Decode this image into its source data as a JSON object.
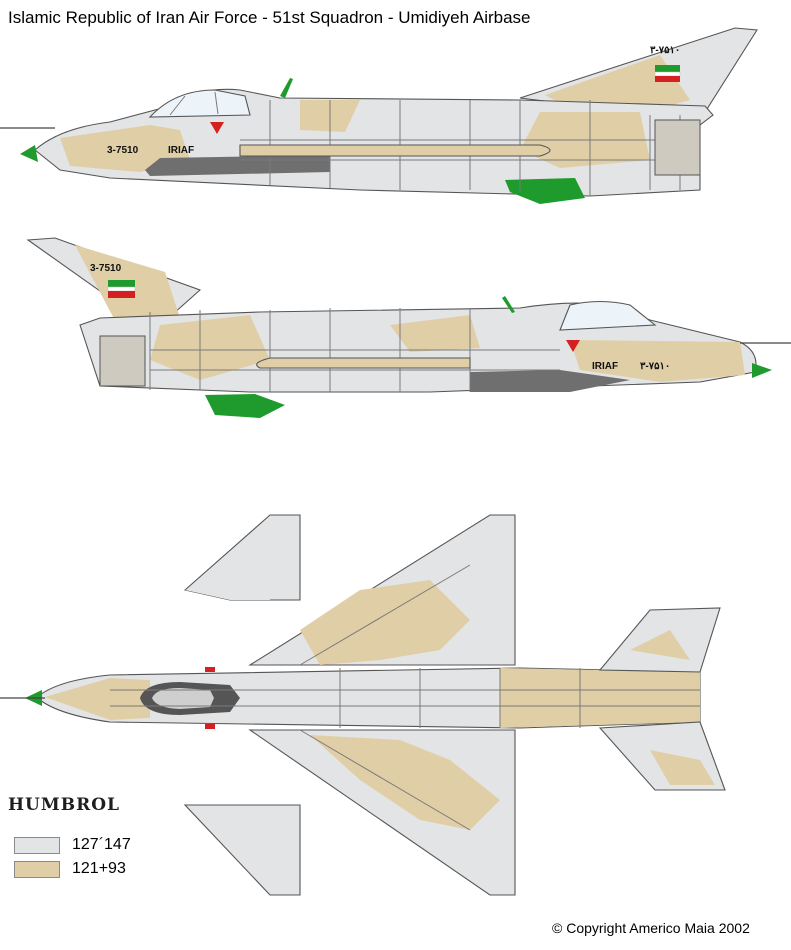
{
  "title": "Islamic Republic of Iran Air Force - 51st Squadron - Umidiyeh Airbase",
  "copyright": "© Copyright Americo Maia 2002",
  "brand": "HUMBROL",
  "legend": [
    {
      "label": "127´147",
      "color": "#e3e4e6"
    },
    {
      "label": "121+93",
      "color": "#e0cfa6"
    }
  ],
  "markings": {
    "serial_latin": "3-7510",
    "serial_persian": "۳-۷۵۱۰",
    "service": "IRIAF"
  },
  "colors": {
    "grey": "#e3e4e6",
    "sand": "#e0cfa6",
    "green": "#1f9a2c",
    "dark_grey": "#6f6f6f",
    "insignia_red": "#d42020"
  }
}
